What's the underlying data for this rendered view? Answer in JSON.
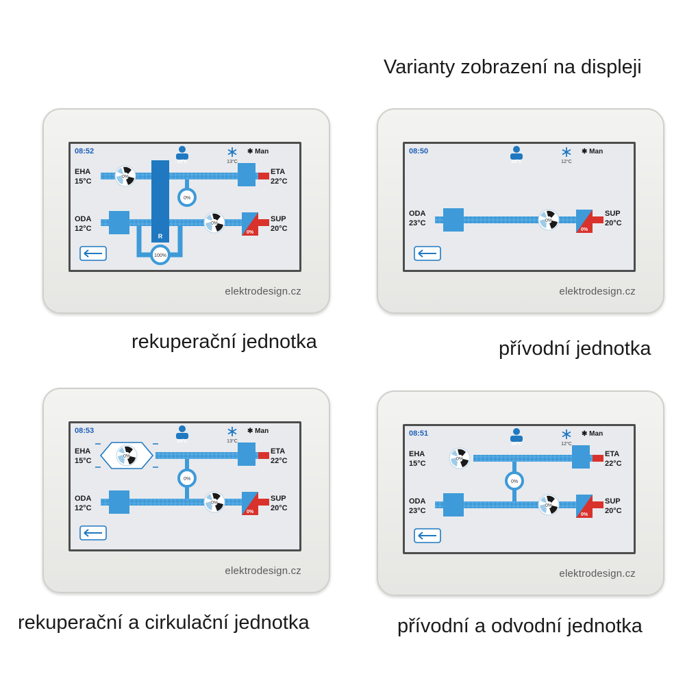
{
  "page": {
    "title": "Varianty zobrazení na displeji"
  },
  "brand": "elektrodesign.cz",
  "colors": {
    "duct": "#3e9ad8",
    "duct_dark": "#1f78c0",
    "heat": "#d9322c",
    "screen_bg": "#e8eaee"
  },
  "panels": [
    {
      "caption": "rekuperační jednotka",
      "time": "08:52",
      "mode": "Man",
      "room_temp": "16°C",
      "frost_temp": "13°C",
      "eha": "EHA",
      "eha_temp": "15°C",
      "eta": "ETA",
      "eta_temp": "22°C",
      "oda": "ODA",
      "oda_temp": "12°C",
      "sup": "SUP",
      "sup_temp": "20°C",
      "fan_exhaust": "0%",
      "fan_supply": "0%",
      "bypass": "0%",
      "heater": "0%",
      "recovery": "R",
      "recovery_pump": "100%"
    },
    {
      "caption": "přívodní jednotka",
      "time": "08:50",
      "mode": "Man",
      "room_temp": "16°C",
      "frost_temp": "12°C",
      "oda": "ODA",
      "oda_temp": "23°C",
      "sup": "SUP",
      "sup_temp": "20°C",
      "fan_supply": "0%",
      "heater": "0%"
    },
    {
      "caption": "rekuperační a cirkulační jednotka",
      "time": "08:53",
      "mode": "Man",
      "room_temp": "16°C",
      "frost_temp": "13°C",
      "eha": "EHA",
      "eha_temp": "15°C",
      "eta": "ETA",
      "eta_temp": "22°C",
      "oda": "ODA",
      "oda_temp": "12°C",
      "sup": "SUP",
      "sup_temp": "20°C",
      "fan_exhaust": "0%",
      "fan_supply": "0%",
      "bypass": "0%",
      "heater": "0%"
    },
    {
      "caption": "přívodní a odvodní jednotka",
      "time": "08:51",
      "mode": "Man",
      "room_temp": "16°C",
      "frost_temp": "12°C",
      "eha": "EHA",
      "eha_temp": "15°C",
      "eta": "ETA",
      "eta_temp": "22°C",
      "oda": "ODA",
      "oda_temp": "23°C",
      "sup": "SUP",
      "sup_temp": "20°C",
      "fan_exhaust": "0%",
      "fan_supply": "0%",
      "bypass": "0%",
      "heater": "0%"
    }
  ]
}
